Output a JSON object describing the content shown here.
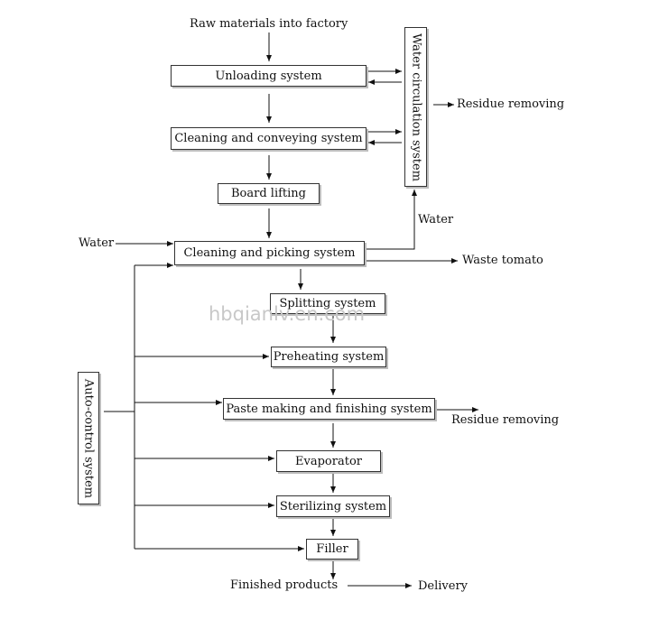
{
  "diagram": {
    "top_label": "Raw materials into factory",
    "steps": {
      "unloading": "Unloading system",
      "cleaning_conveying": "Cleaning and conveying system",
      "board_lifting": "Board lifting",
      "cleaning_picking": "Cleaning and picking system",
      "splitting": "Splitting system",
      "preheating": "Preheating system",
      "paste_making": "Paste making and finishing system",
      "evaporator": "Evaporator",
      "sterilizing": "Sterilizing system",
      "filler": "Filler"
    },
    "water_circulation": "Water circulation system",
    "auto_control": "Auto-control system",
    "labels": {
      "residue_removing_top": "Residue removing",
      "water_return": "Water",
      "water_in": "Water",
      "waste_tomato": "Waste tomato",
      "residue_removing_mid": "Residue removing",
      "finished_products": "Finished products",
      "delivery": "Delivery"
    },
    "watermark": "hbqianlv.en.com"
  }
}
